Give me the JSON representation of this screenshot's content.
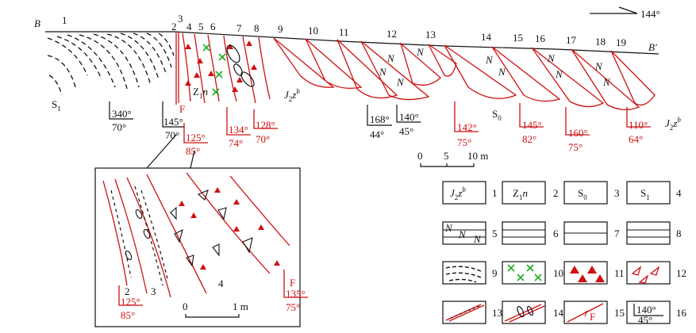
{
  "orientation": {
    "azimuth": "144°"
  },
  "section": {
    "start_label": "B",
    "end_label": "B′",
    "unit_numbers": [
      "1",
      "2",
      "3",
      "4",
      "5",
      "6",
      "7",
      "8",
      "9",
      "10",
      "11",
      "12",
      "13",
      "14",
      "15",
      "16",
      "17",
      "18",
      "19"
    ],
    "unit_labels": {
      "s1": "S",
      "s1_sub": "1",
      "z1n": "Z",
      "z1n_sub": "1",
      "z1n_tail": "n",
      "s0": "S",
      "s0_sub": "0",
      "j2zb_a": "J",
      "j2zb_a_sub": "2",
      "j2zb_a_tail": "z",
      "j2zb_a_sup": "b",
      "j2zb_b": "J",
      "j2zb_b_sub": "2",
      "j2zb_b_tail": "z",
      "j2zb_b_sup": "b"
    },
    "fault_mark": "F",
    "attitudes_black": [
      {
        "dir": "340°",
        "dip": "70°"
      },
      {
        "dir": "145°",
        "dip": "70°"
      },
      {
        "dir": "168°",
        "dip": "44°"
      },
      {
        "dir": "140°",
        "dip": "45°"
      }
    ],
    "attitudes_red": [
      {
        "dir": "125°",
        "dip": "85°"
      },
      {
        "dir": "134°",
        "dip": "74°"
      },
      {
        "dir": "128°",
        "dip": "70°"
      },
      {
        "dir": "142°",
        "dip": "75°"
      },
      {
        "dir": "145°",
        "dip": "82°"
      },
      {
        "dir": "160°",
        "dip": "75°"
      },
      {
        "dir": "110°",
        "dip": "64°"
      }
    ]
  },
  "scale_main": {
    "ticks": [
      "0",
      "5",
      "10 m"
    ]
  },
  "inset": {
    "unit_numbers": [
      "2",
      "3",
      "4"
    ],
    "attitude_left": {
      "dir": "125°",
      "dip": "85°"
    },
    "attitude_right": {
      "dir": "135°",
      "dip": "75°"
    },
    "fault_mark": "F",
    "scale_ticks": [
      "0",
      "1 m"
    ]
  },
  "legend": {
    "numbers": [
      "1",
      "2",
      "3",
      "4",
      "5",
      "6",
      "7",
      "8",
      "9",
      "10",
      "11",
      "12",
      "13",
      "14",
      "15",
      "16"
    ],
    "symbol_text": {
      "l1": "J",
      "l1_sub": "2",
      "l1_tail": "z",
      "l1_sup": "b",
      "l2": "Z",
      "l2_sub": "1",
      "l2_tail": "n",
      "l3": "S",
      "l3_sub": "0",
      "l4": "S",
      "l4_sub": "1",
      "l5_n": "N",
      "l15_f": "F",
      "l16_dir": "140°",
      "l16_dip": "45°"
    }
  },
  "colors": {
    "red": "#d01010",
    "green": "#22aa22",
    "black": "#111111"
  }
}
